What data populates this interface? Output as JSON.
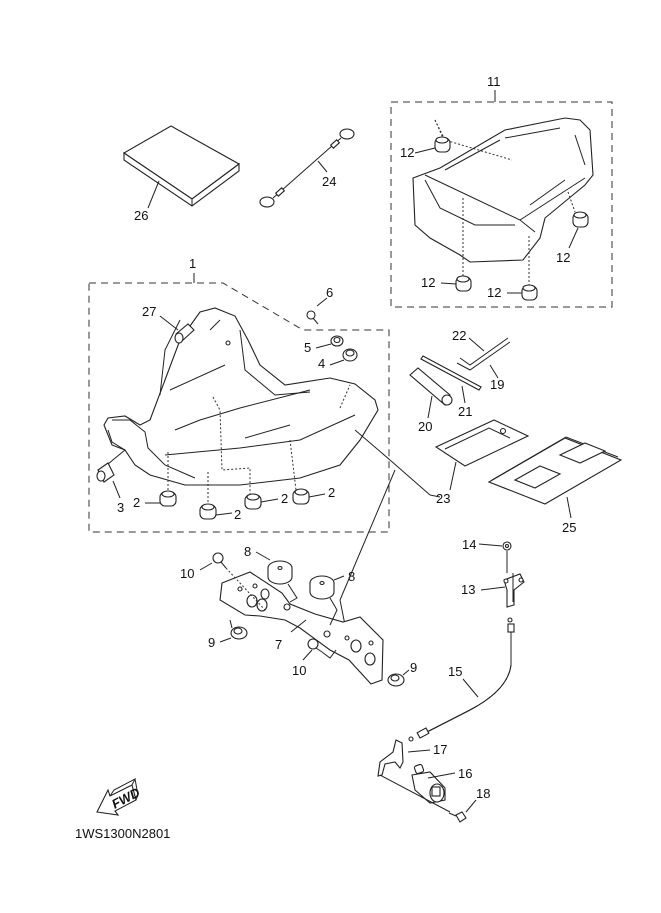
{
  "diagram": {
    "title": "Seat exploded parts diagram",
    "code": "1WS1300N2801",
    "fwd_label": "FWD",
    "groups": [
      {
        "id": "rider-seat-assembly",
        "label": "1"
      },
      {
        "id": "passenger-seat-assembly",
        "label": "11"
      }
    ],
    "callouts": {
      "c1": "1",
      "c2a": "2",
      "c2b": "2",
      "c2c": "2",
      "c2d": "2",
      "c3": "3",
      "c4": "4",
      "c5": "5",
      "c6": "6",
      "c7": "7",
      "c8a": "8",
      "c8b": "8",
      "c9a": "9",
      "c9b": "9",
      "c10a": "10",
      "c10b": "10",
      "c11": "11",
      "c12a": "12",
      "c12b": "12",
      "c12c": "12",
      "c12d": "12",
      "c13": "13",
      "c14": "14",
      "c15": "15",
      "c16": "16",
      "c17": "17",
      "c18": "18",
      "c19": "19",
      "c20": "20",
      "c21": "21",
      "c22": "22",
      "c23": "23",
      "c24": "24",
      "c25": "25",
      "c26": "26",
      "c27": "27"
    }
  }
}
